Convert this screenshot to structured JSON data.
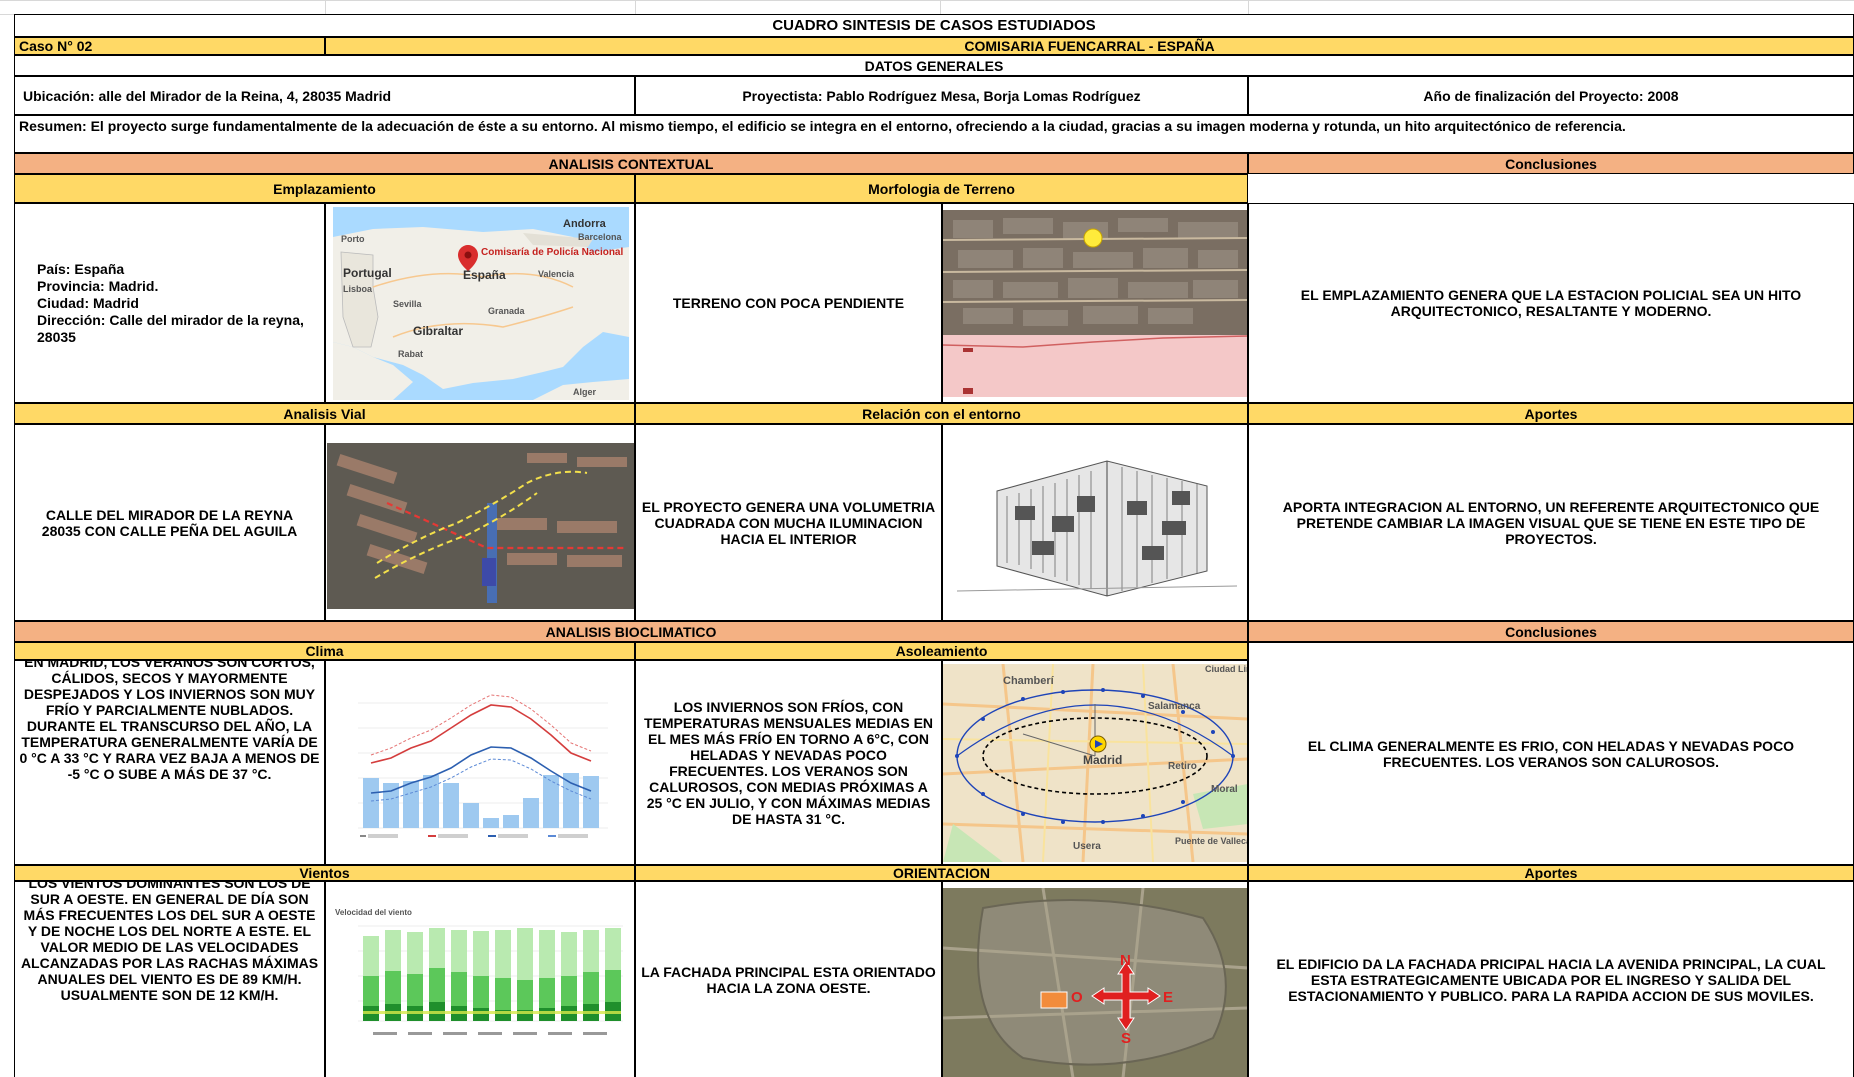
{
  "header": {
    "title": "CUADRO SINTESIS DE CASOS ESTUDIADOS",
    "case_label": "Caso N° 02",
    "project_name": "COMISARIA FUENCARRAL - ESPAÑA",
    "general_data": "DATOS GENERALES"
  },
  "general": {
    "location": "Ubicación: alle del Mirador de la Reina, 4, 28035 Madrid",
    "designers": "Proyectista: Pablo Rodríguez Mesa, Borja Lomas Rodríguez",
    "year": "Año de finalización del Proyecto: 2008",
    "summary": "Resumen: El proyecto surge fundamentalmente de la adecuación de éste a su entorno. Al mismo tiempo, el edificio se integra en el entorno, ofreciendo a la ciudad, gracias a su imagen moderna y rotunda, un hito arquitectónico de referencia."
  },
  "contextual": {
    "section_title": "ANALISIS CONTEXTUAL",
    "conclusions_label": "Conclusiones",
    "contributions_label": "Aportes",
    "site_label": "Emplazamiento",
    "terrain_label": "Morfologia de Terreno",
    "site_lines": [
      "País: España",
      "Provincia: Madrid.",
      "Ciudad: Madrid",
      "Dirección: Calle del mirador de la reyna, 28035"
    ],
    "site_map": {
      "andorra": "Andorra",
      "barcelona": "Barcelona",
      "portugal": "Portugal",
      "espana": "España",
      "valencia": "Valencia",
      "granada": "Granada",
      "gibraltar": "Gibraltar",
      "porto": "Porto",
      "lisboa": "Lisboa",
      "sevilla": "Sevilla",
      "alger": "Alger",
      "rabat": "Rabat",
      "pin_label": "Comisaría de Policía Nacional"
    },
    "terrain_text": "TERRENO CON POCA PENDIENTE",
    "conclusion_text": "EL EMPLAZAMIENTO GENERA QUE LA ESTACION POLICIAL SEA UN HITO ARQUITECTONICO, RESALTANTE Y MODERNO.",
    "road_label": "Analisis Vial",
    "relation_label": "Relación con el entorno",
    "road_text": "CALLE DEL MIRADOR DE LA REYNA 28035 CON CALLE PEÑA DEL AGUILA",
    "relation_text": "EL PROYECTO GENERA UNA VOLUMETRIA CUADRADA CON MUCHA ILUMINACION HACIA EL INTERIOR",
    "contribution_text": "APORTA INTEGRACION AL ENTORNO, UN REFERENTE ARQUITECTONICO QUE PRETENDE CAMBIAR LA IMAGEN VISUAL QUE SE TIENE EN ESTE TIPO DE PROYECTOS."
  },
  "bioclimatic": {
    "section_title": "ANALISIS BIOCLIMATICO",
    "conclusions_label": "Conclusiones",
    "contributions_label": "Aportes",
    "climate_label": "Clima",
    "sun_label": "Asoleamiento",
    "climate_text": "EN MADRID, LOS VERANOS SON CORTOS, CÁLIDOS, SECOS Y MAYORMENTE DESPEJADOS Y LOS INVIERNOS SON MUY FRÍO Y PARCIALMENTE NUBLADOS. DURANTE EL TRANSCURSO DEL AÑO, LA TEMPERATURA GENERALMENTE VARÍA DE 0 °C A 33 °C Y RARA VEZ BAJA A MENOS DE -5 °C O SUBE A MÁS DE 37 °C.",
    "sun_text": "LOS INVIERNOS SON FRÍOS, CON TEMPERATURAS MENSUALES MEDIAS EN EL MES MÁS FRÍO EN TORNO A 6°C, CON HELADAS Y NEVADAS POCO FRECUENTES. LOS VERANOS SON CALUROSOS, CON MEDIAS PRÓXIMAS A 25 °C EN JULIO, Y CON MÁXIMAS MEDIAS DE HASTA 31 °C.",
    "climate_conclusion": "EL CLIMA GENERALMENTE ES FRIO, CON HELADAS Y NEVADAS POCO FRECUENTES. LOS VERANOS SON CALUROSOS.",
    "sun_map": {
      "chamberi": "Chamberí",
      "salamanca": "Salamanca",
      "madrid": "Madrid",
      "retiro": "Retiro",
      "moral": "Moral",
      "usera": "Usera",
      "puente": "Puente de Vallecas",
      "ciudad": "Ciudad Lin"
    },
    "wind_label": "Vientos",
    "orientation_label": "ORIENTACION",
    "wind_text": "LOS VIENTOS DOMINANTES SON LOS DE SUR A OESTE. EN GENERAL DE DÍA SON MÁS FRECUENTES LOS DEL SUR A OESTE Y DE NOCHE LOS DEL NORTE A ESTE. EL VALOR MEDIO DE LAS VELOCIDADES ALCANZADAS POR LAS RACHAS MÁXIMAS ANUALES DEL VIENTO ES DE 89 KM/H. USUALMENTE SON DE 12 KM/H.",
    "wind_chart_title": "Velocidad del viento",
    "orientation_text": "LA FACHADA PRINCIPAL ESTA ORIENTADO  HACIA LA ZONA OESTE.",
    "compass": {
      "n": "N",
      "s": "S",
      "e": "E",
      "o": "O"
    },
    "orientation_contribution": "EL EDIFICIO DA LA FACHADA PRICIPAL HACIA LA AVENIDA PRINCIPAL, LA CUAL ESTA ESTRATEGICAMENTE UBICADA POR EL INGRESO Y SALIDA DEL ESTACIONAMIENTO Y PUBLICO. PARA LA RAPIDA ACCION DE SUS MOVILES."
  },
  "colors": {
    "section": "#f4b183",
    "label": "#ffd966",
    "line": "#d43d3d",
    "bar": "#9ec9f0"
  }
}
